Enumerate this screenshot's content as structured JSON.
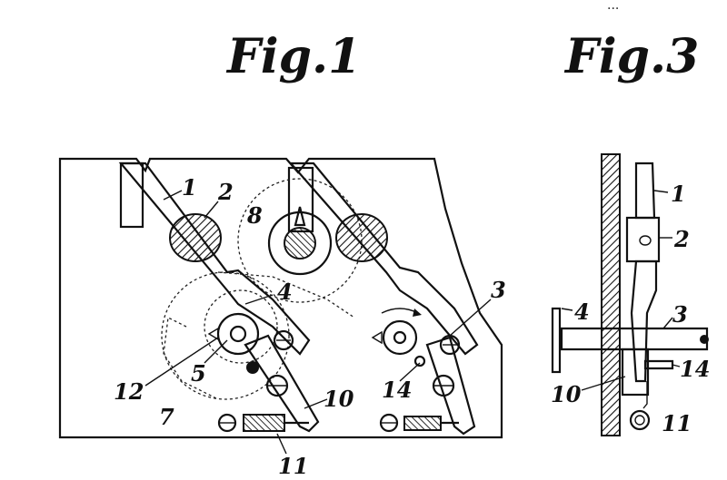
{
  "corner_text": "...",
  "figures": {
    "fig1": {
      "title": "Fig.1"
    },
    "fig3": {
      "title": "Fig.3"
    }
  },
  "labels": {
    "fig1": [
      "1",
      "2",
      "8",
      "4",
      "3",
      "5",
      "12",
      "14",
      "7",
      "10",
      "11"
    ],
    "fig3": [
      "1",
      "2",
      "4",
      "3",
      "14",
      "10",
      "11"
    ]
  },
  "colors": {
    "ink": "#111111",
    "paper": "#ffffff"
  }
}
